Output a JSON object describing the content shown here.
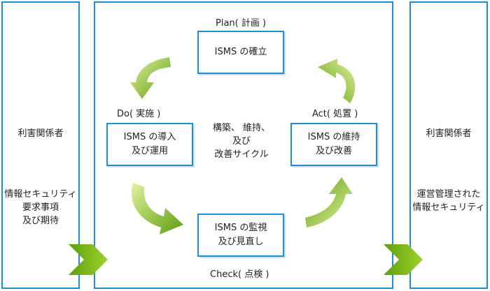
{
  "left_panel": {
    "stakeholder": "利害関係者",
    "requirements": "情報セキュリティ\n要求事項\n及び期待"
  },
  "right_panel": {
    "stakeholder": "利害関係者",
    "result": "運営管理された\n情報セキュリティ"
  },
  "cycle": {
    "plan": {
      "label": "Plan( 計画 )",
      "box": "ISMS の確立"
    },
    "do": {
      "label": "Do( 実施 )",
      "box": "ISMS の導入\n及び運用"
    },
    "act": {
      "label": "Act( 処置 )",
      "box": "ISMS の維持\n及び改善"
    },
    "check": {
      "label": "Check( 点検 )",
      "box": "ISMS の監視\n及び見直し"
    },
    "center": "構築、 維持、\n及び\n改善サイクル"
  },
  "colors": {
    "border": "#1e8fd6",
    "arrow_light": "#c8e86a",
    "arrow_dark": "#5f9d0c"
  }
}
